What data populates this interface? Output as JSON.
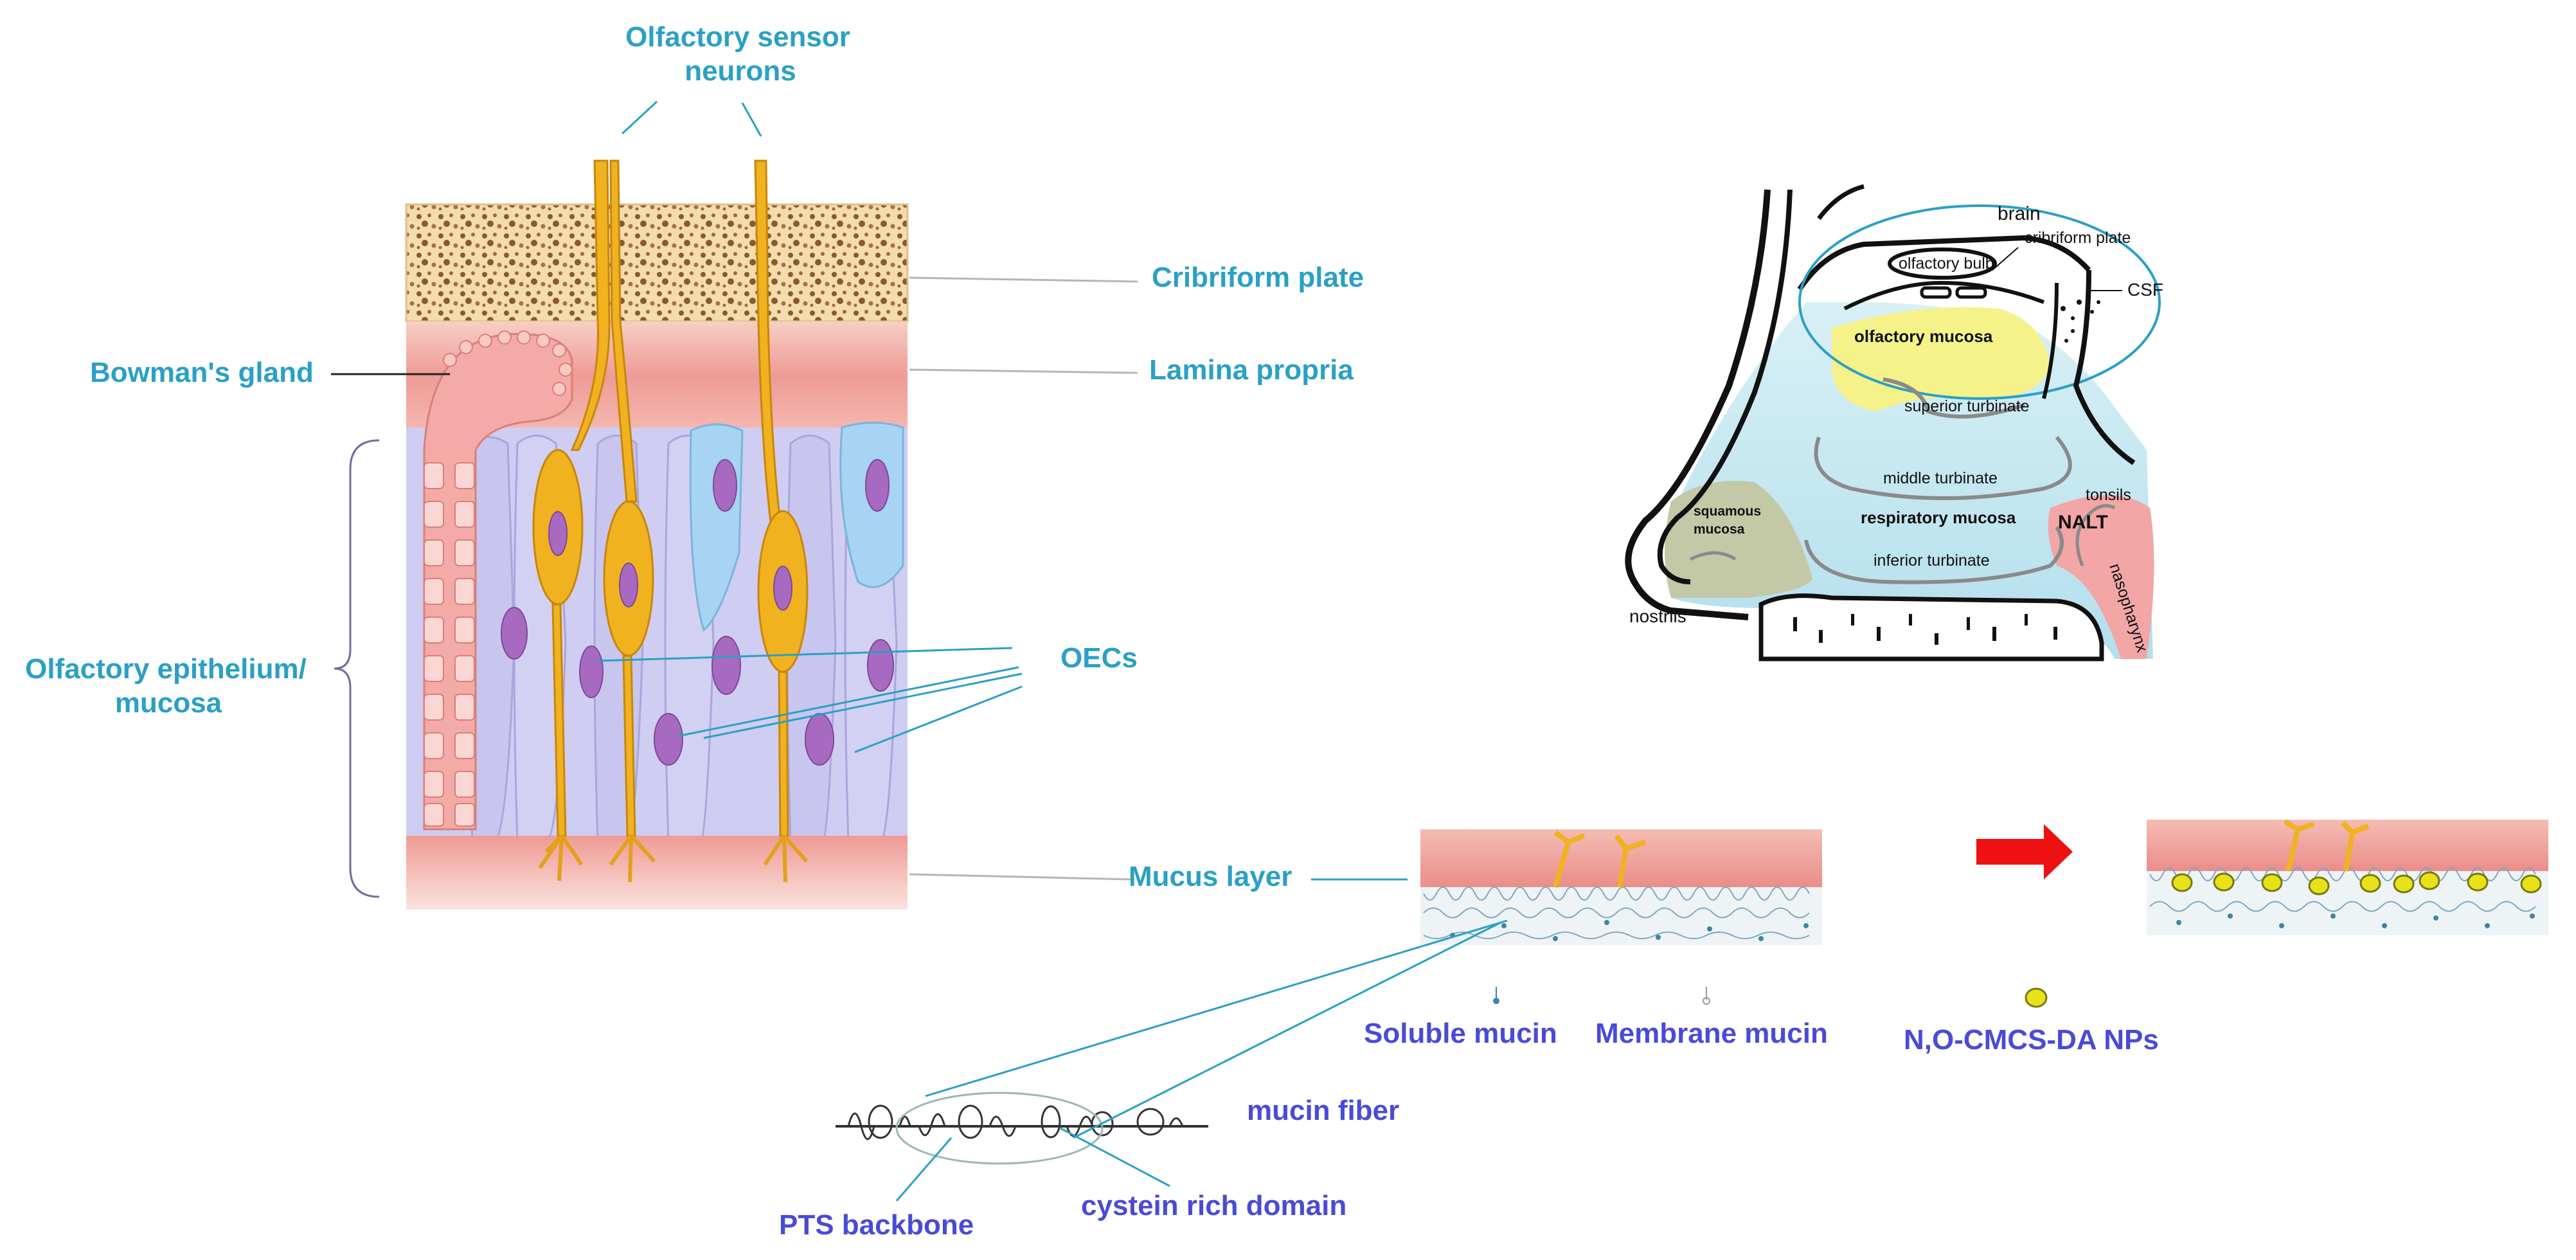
{
  "colors": {
    "label_teal": "#2aa0c4",
    "label_purple": "#4a4ad8",
    "bone": "#f2d7a6",
    "lamina": "#f3b0ab",
    "sustentacular": "#c5c3ee",
    "supporting_blue": "#9fd0f0",
    "neuron": "#f0b21f",
    "nucleus": "#a86ac0",
    "olfactory_mucosa_fill": "#f5f28a",
    "respiratory_fill": "#c7e8f0",
    "squamous_fill": "#c3c9a6",
    "nalt_fill": "#f2a6a6",
    "arrow": "#ee1111",
    "nanoparticle": "#e8e21a"
  },
  "epithelium": {
    "olfactory_sensor_neurons": "Olfactory sensor neurons",
    "olfactory_sensor_neurons_line1": "Olfactory sensor",
    "olfactory_sensor_neurons_line2": "neurons",
    "cribriform_plate": "Cribriform plate",
    "lamina_propria": "Lamina propria",
    "bowmans_gland": "Bowman's gland",
    "olfactory_epithelium_line1": "Olfactory epithelium/",
    "olfactory_epithelium_line2": "mucosa",
    "oecs": "OECs",
    "mucus_layer": "Mucus layer"
  },
  "nasal_cavity": {
    "brain": "brain",
    "cribriform_plate": "cribriform plate",
    "olfactory_bulb": "olfactory bulb",
    "csf": "CSF",
    "olfactory_mucosa": "olfactory mucosa",
    "superior_turbinate": "superior  turbinate",
    "middle_turbinate": "middle turbinate",
    "tonsils": "tonsils",
    "squamous_line1": "squamous",
    "squamous_line2": "mucosa",
    "respiratory_mucosa": "respiratory mucosa",
    "nalt": "NALT",
    "inferior_turbinate": "inferior turbinate",
    "nasopharynx": "nasopharynx",
    "nostrils": "nostrils"
  },
  "mucin": {
    "soluble_mucin": "Soluble mucin",
    "membrane_mucin": "Membrane mucin",
    "nanoparticles": "N,O-CMCS-DA NPs",
    "mucin_fiber": "mucin fiber",
    "pts_backbone": "PTS backbone",
    "cystein_rich_domain": "cystein rich domain"
  }
}
